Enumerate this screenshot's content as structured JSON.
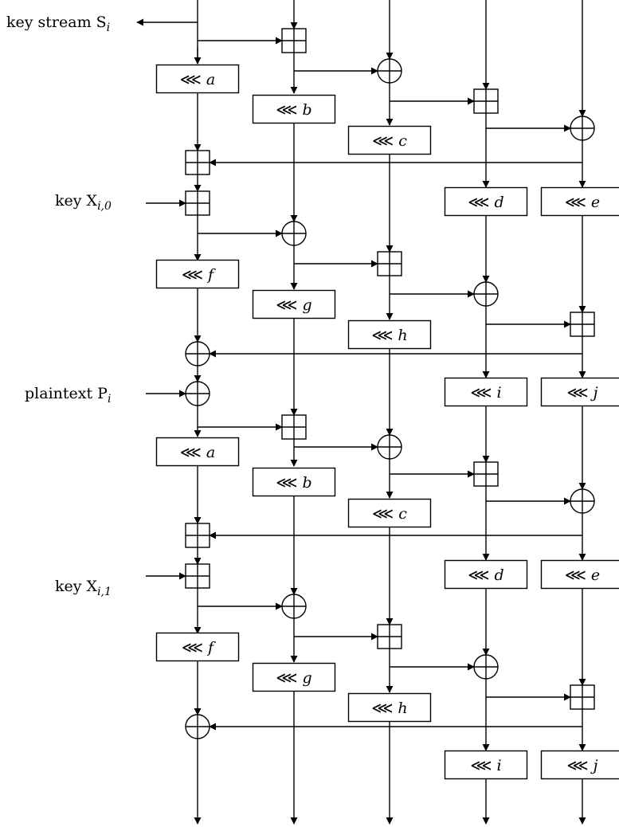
{
  "diagram": {
    "description_labels": {
      "keystream": "key stream S",
      "keystream_sub": "i",
      "key0": "key X",
      "key0_sub": "i,0",
      "plaintext": "plaintext P",
      "plaintext_sub": "i",
      "key1": "key X",
      "key1_sub": "i,1"
    },
    "rotation_symbol": "⋘",
    "round_rotations": [
      "a",
      "b",
      "c",
      "d",
      "e",
      "f",
      "g",
      "h",
      "i",
      "j"
    ],
    "rounds": 2,
    "columns": 5,
    "operations": {
      "add": "modular-addition",
      "xor": "exclusive-or"
    },
    "colors": {
      "line": "#000000",
      "background": "#ffffff"
    }
  }
}
